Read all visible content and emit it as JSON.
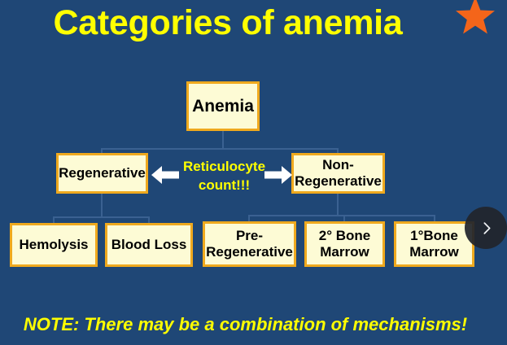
{
  "slide": {
    "title": "Categories of anemia",
    "background_color": "#1F4776",
    "title_color": "#FFFF00",
    "box_fill_color": "#FDFBD5",
    "box_border_color": "#EFA91E",
    "connector_color": "#3A6191",
    "star_color": "#F4651A",
    "note": "NOTE: There may be a combination of mechanisms!"
  },
  "decorations": {
    "star_icon": "star-icon"
  },
  "flowchart": {
    "root": {
      "label": "Anemia"
    },
    "branch_criterion": {
      "label": "Reticulocyte\ncount!!!",
      "left_arrow_icon": "arrow-left-icon",
      "right_arrow_icon": "arrow-right-icon"
    },
    "level2": [
      {
        "label": "Regenerative"
      },
      {
        "label": "Non-\nRegenerative"
      }
    ],
    "level3_left": [
      {
        "label": "Hemolysis"
      },
      {
        "label": "Blood Loss"
      }
    ],
    "level3_right": [
      {
        "label": "Pre-\nRegenerative"
      },
      {
        "label": "2° Bone\nMarrow"
      },
      {
        "label": "1°Bone\nMarrow"
      }
    ]
  },
  "controls": {
    "next_label": "next-slide",
    "next_icon": "chevron-right-icon"
  }
}
